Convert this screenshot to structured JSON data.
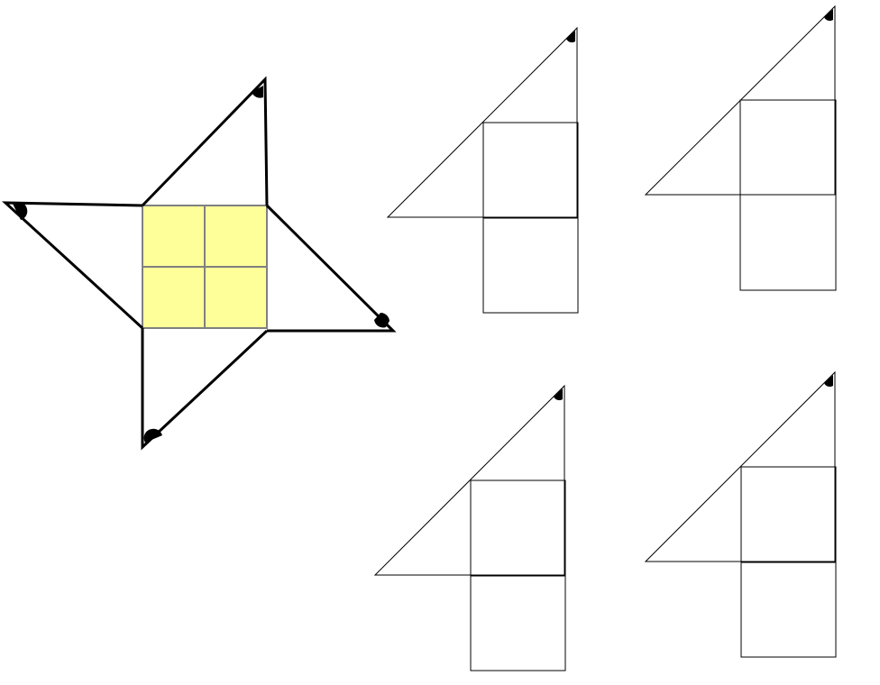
{
  "colors": {
    "background": "#ffffff",
    "stroke": "#000000",
    "center_fill": "#ffff99",
    "center_grid": "#808080",
    "angle_mark": "#000000"
  },
  "star_figure": {
    "center_square_grid": "2x2",
    "triangle_count": 4,
    "angle_marks": 4
  },
  "pieces": {
    "count": 4,
    "shape": "right triangle on top of two stacked squares",
    "angle_marks": 4
  }
}
